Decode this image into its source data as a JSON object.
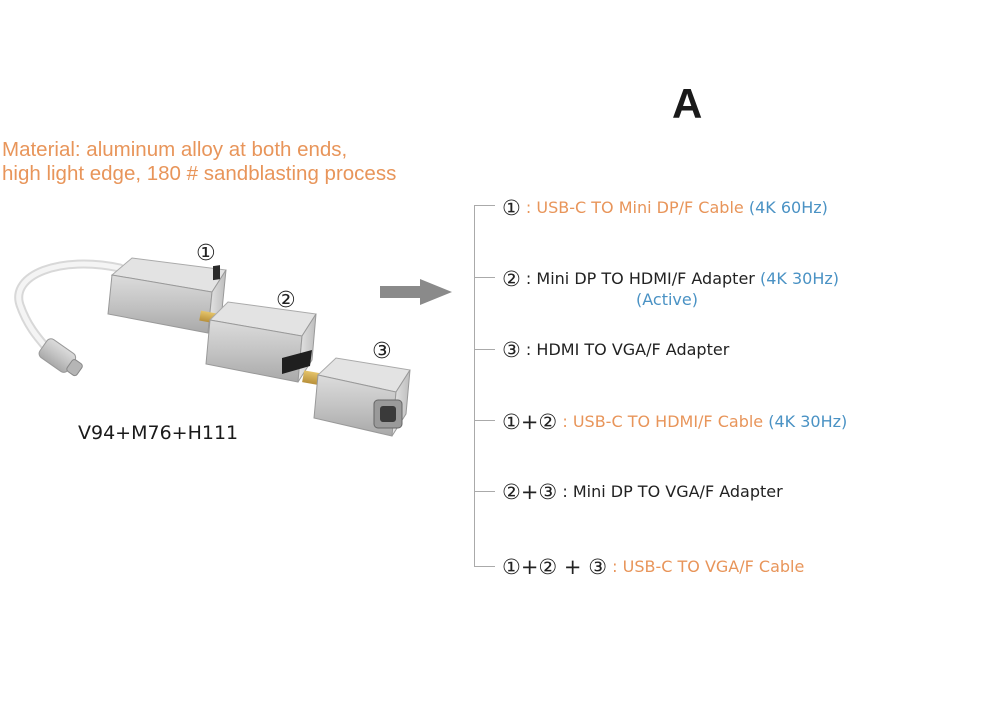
{
  "title": "A",
  "material": {
    "line1": "Material: aluminum alloy at both ends,",
    "line2": "high light edge, 180 # sandblasting process"
  },
  "model": "V94+M76+H111",
  "product_numbers": [
    "①",
    "②",
    "③"
  ],
  "options": [
    {
      "prefix": "①",
      "separator": ":",
      "name": "USB-C TO Mini DP/F Cable",
      "spec": "(4K 60Hz)",
      "name_color": "#e8955a"
    },
    {
      "prefix": "②",
      "separator": ":",
      "name": "Mini DP TO HDMI/F Adapter",
      "spec": "(4K 30Hz)",
      "spec2": "(Active)",
      "name_color": "#222222"
    },
    {
      "prefix": "③",
      "separator": ":",
      "name": "HDMI TO VGA/F Adapter",
      "name_color": "#222222"
    },
    {
      "prefix": "①+②",
      "separator": ":",
      "name": "USB-C TO HDMI/F Cable",
      "spec": "(4K 30Hz)",
      "name_color": "#e8955a"
    },
    {
      "prefix": "②+③",
      "separator": ":",
      "name": "Mini DP TO VGA/F Adapter",
      "name_color": "#222222"
    },
    {
      "prefix": "①+② + ③",
      "separator": ":",
      "name": "USB-C TO VGA/F Cable",
      "name_color": "#e8955a"
    }
  ],
  "colors": {
    "orange": "#e8955a",
    "blue": "#4a92c4",
    "arrow": "#8a8a8a",
    "aluminum": "#c9c9c9"
  }
}
